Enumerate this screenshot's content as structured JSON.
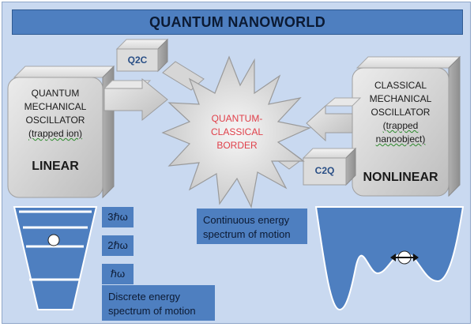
{
  "title": "QUANTUM NANOWORLD",
  "left_box": {
    "lines": [
      "QUANTUM",
      "MECHANICAL",
      "OSCILLATOR"
    ],
    "sub": "(trapped ion)",
    "mode": "LINEAR"
  },
  "right_box": {
    "lines": [
      "CLASSICAL",
      "MECHANICAL",
      "OSCILLATOR"
    ],
    "sub1": "(trapped",
    "sub2": "nanoobject)",
    "mode": "NONLINEAR"
  },
  "q2c_label": "Q2C",
  "c2q_label": "C2Q",
  "border_lines": [
    "QUANTUM-",
    "CLASSICAL",
    "BORDER"
  ],
  "energy_levels": [
    "3ℏω",
    "2ℏω",
    "ℏω"
  ],
  "discrete_note": [
    "Discrete energy",
    "spectrum of motion"
  ],
  "continuous_note": [
    "Continuous energy",
    "spectrum of motion"
  ],
  "colors": {
    "background": "#c9d9f0",
    "accent_blue": "#4e7fc0",
    "border_text": "#e0404a",
    "box_face": "#cfcfcf"
  }
}
